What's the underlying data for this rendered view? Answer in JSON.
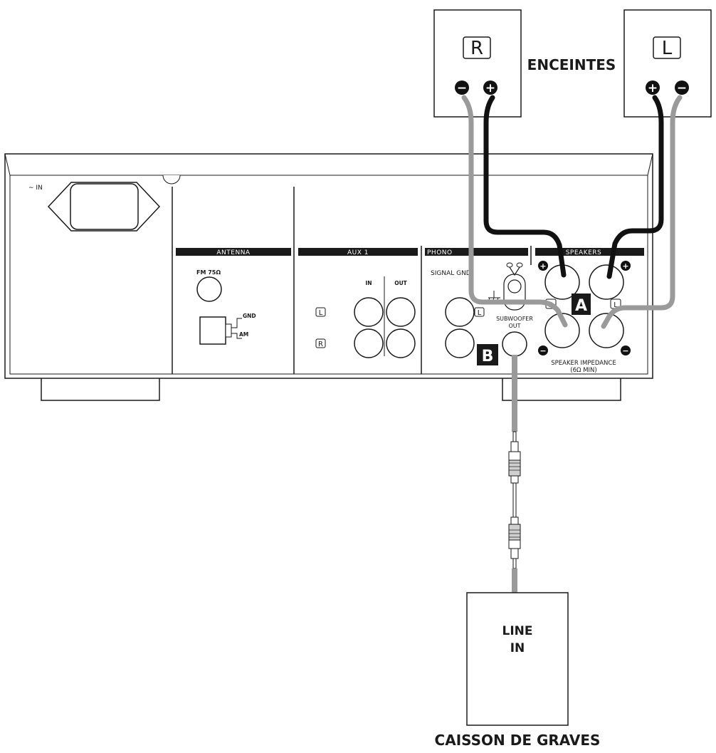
{
  "labels": {
    "speakers_title": "ENCEINTES",
    "subwoofer_title": "CAISSON DE GRAVES",
    "line_in_1": "LINE",
    "line_in_2": "IN",
    "speaker_r": "R",
    "speaker_l": "L",
    "minus": "−",
    "plus": "+",
    "ac_in": "∼ IN",
    "antenna": "ANTENNA",
    "fm": "FM 75Ω",
    "gnd": "GND",
    "am": "AM",
    "aux1": "AUX 1",
    "aux_in": "IN",
    "aux_out": "OUT",
    "ch_l": "L",
    "ch_r": "R",
    "phono": "PHONO",
    "signal_gnd": "SIGNAL GND",
    "subwoofer_out_1": "SUBWOOFER",
    "subwoofer_out_2": "OUT",
    "speakers_panel": "SPEAKERS",
    "impedance_1": "SPEAKER IMPEDANCE",
    "impedance_2": "(6Ω MIN)",
    "callout_a": "A",
    "callout_b": "B"
  },
  "colors": {
    "line": "#1a1a1a",
    "cable_positive": "#111111",
    "cable_negative": "#9a9a9a",
    "panel_fill": "#ffffff"
  }
}
